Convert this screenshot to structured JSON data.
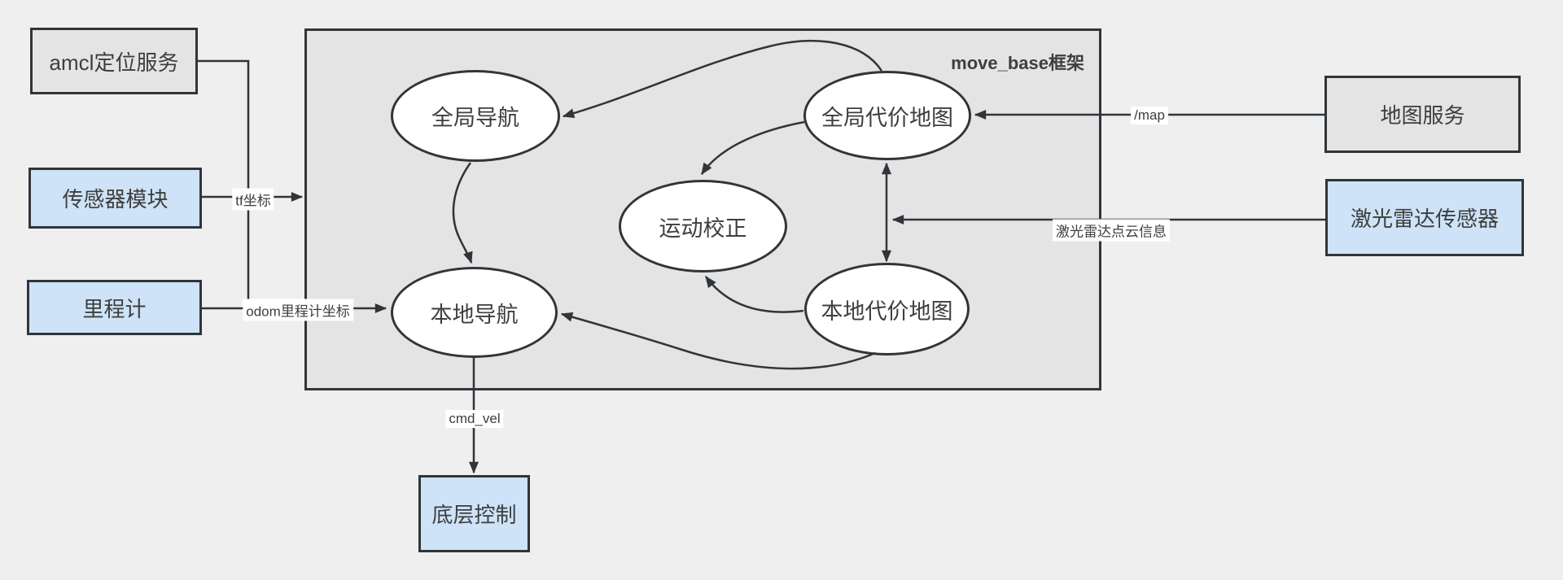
{
  "diagram": {
    "frame": {
      "title": "move_base框架"
    },
    "nodes": {
      "amcl": {
        "label": "amcl定位服务"
      },
      "sensor": {
        "label": "传感器模块"
      },
      "odometer": {
        "label": "里程计"
      },
      "map_service": {
        "label": "地图服务"
      },
      "lidar": {
        "label": "激光雷达传感器"
      },
      "base_control": {
        "label": "底层控制"
      },
      "global_nav": {
        "label": "全局导航"
      },
      "global_costmap": {
        "label": "全局代价地图"
      },
      "motion_correction": {
        "label": "运动校正"
      },
      "local_nav": {
        "label": "本地导航"
      },
      "local_costmap": {
        "label": "本地代价地图"
      }
    },
    "edge_labels": {
      "tf": "tf坐标",
      "odom": "odom里程计坐标",
      "map_topic": "/map",
      "lidar_pointcloud": "激光雷达点云信息",
      "cmd_vel": "cmd_vel"
    },
    "colors": {
      "background": "#efeff0",
      "frame_fill": "#e4e4e4",
      "gray_node_fill": "#e4e4e4",
      "blue_node_fill": "#cee3f7",
      "stroke": "#30353a",
      "text": "#3e3e3e"
    }
  }
}
